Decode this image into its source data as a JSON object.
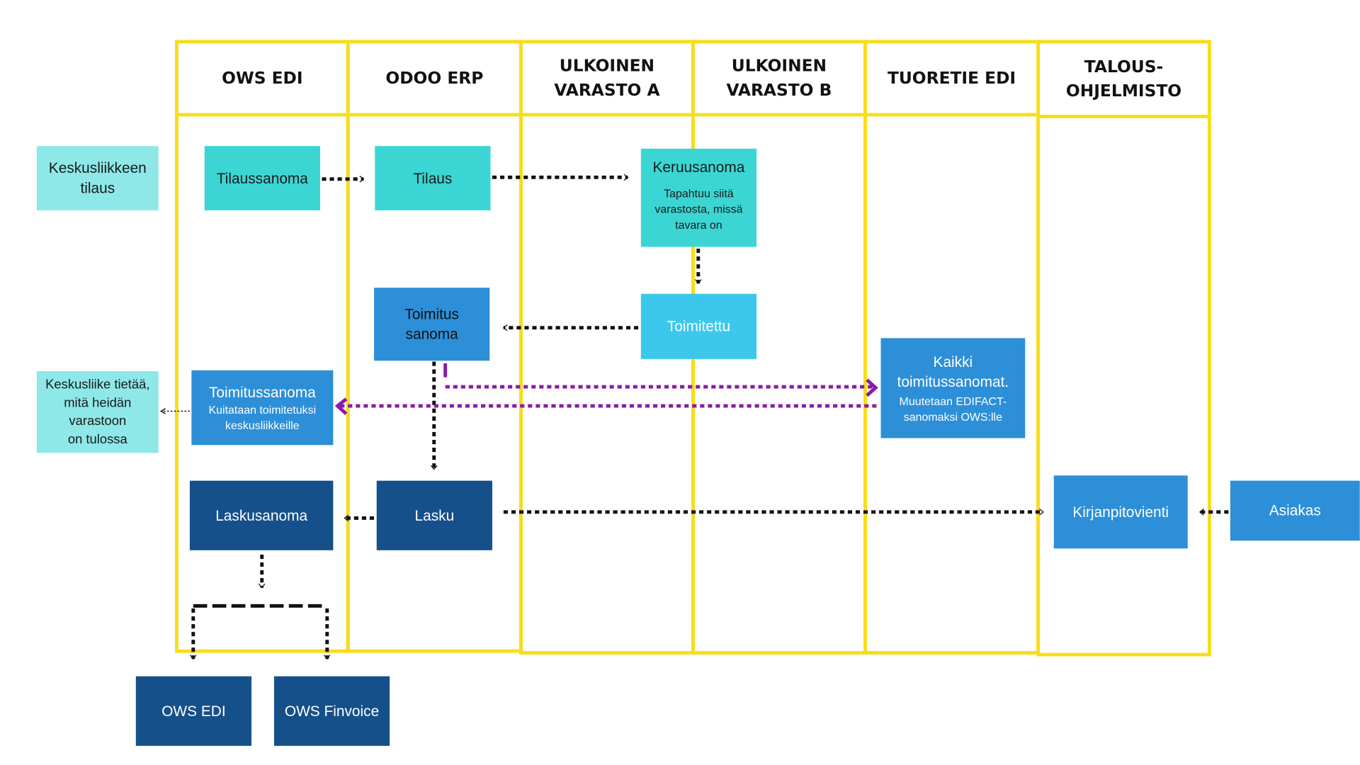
{
  "lanes": [
    {
      "id": "ows-edi",
      "title": "OWS EDI"
    },
    {
      "id": "odoo-erp",
      "title": "ODOO ERP"
    },
    {
      "id": "varasto-a",
      "title": "ULKOINEN\nVARASTO A"
    },
    {
      "id": "varasto-b",
      "title": "ULKOINEN\nVARASTO B"
    },
    {
      "id": "tuoretie-edi",
      "title": "TUORETIE EDI"
    },
    {
      "id": "talousohjelmisto",
      "title": "TALOUS-\nOHJELMISTO"
    }
  ],
  "nodes": {
    "keskusliike_tilaus": {
      "text": "Keskusliikkeen\ntilaus"
    },
    "tilaussanoma": {
      "text": "Tilaussanoma"
    },
    "tilaus": {
      "text": "Tilaus"
    },
    "keruusanoma": {
      "text": "Keruusanoma",
      "note": "Tapahtuu siitä\nvarastosta, missä\ntavara on"
    },
    "toimitus_sanoma": {
      "text": "Toimitus\nsanoma"
    },
    "toimitettu": {
      "text": "Toimitettu"
    },
    "keskusliike_tietaa": {
      "text": "Keskusliike tietää,\nmitä heidän\nvarastoon\non tulossa"
    },
    "toimitussanoma": {
      "text": "Toimitussanoma",
      "note": "Kuitataan toimitetuksi\nkeskusliikkeille"
    },
    "kaikki_toimitussanomat": {
      "text": "Kaikki\ntoimitussanomat.",
      "note": "Muutetaan EDIFACT-\nsanomaksi OWS:lle"
    },
    "laskusanoma": {
      "text": "Laskusanoma"
    },
    "lasku": {
      "text": "Lasku"
    },
    "kirjanpitovienti": {
      "text": "Kirjanpitovienti"
    },
    "asiakas": {
      "text": "Asiakas"
    },
    "ows_edi_out": {
      "text": "OWS EDI"
    },
    "ows_finvoice": {
      "text": "OWS Finvoice"
    }
  },
  "colors": {
    "lane_border": "#f7dd1b",
    "teal": "#3bd6d3",
    "aqua": "#8ee8e8",
    "cyan": "#3cc8ec",
    "blue": "#2d8fd8",
    "navy": "#16508a",
    "arrow": "#111111",
    "arrow_purple": "#8a1aa8"
  }
}
